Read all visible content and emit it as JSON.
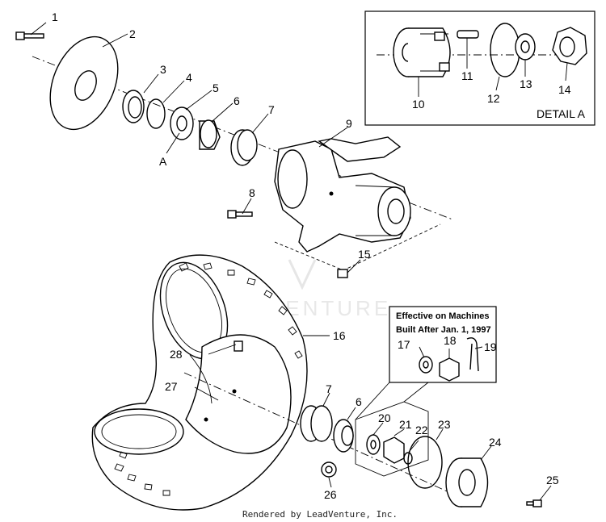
{
  "callouts": {
    "c1": "1",
    "c2": "2",
    "c3": "3",
    "c4": "4",
    "c5": "5",
    "c6": "6",
    "c7": "7",
    "c8": "8",
    "c9": "9",
    "c10": "10",
    "c11": "11",
    "c12": "12",
    "c13": "13",
    "c14": "14",
    "c15": "15",
    "c16": "16",
    "c17": "17",
    "c18": "18",
    "c19": "19",
    "c20": "20",
    "c21": "21",
    "c22": "22",
    "c23": "23",
    "c24": "24",
    "c25": "25",
    "c26": "26",
    "c27": "27",
    "c28": "28",
    "c6b": "6",
    "c7b": "7",
    "cA": "A"
  },
  "detail_box": {
    "title": "DETAIL A"
  },
  "note_box": {
    "line1": "Effective on Machines",
    "line2": "Built After Jan. 1, 1997"
  },
  "watermark": "LEADVENTURE",
  "footer": "Rendered by LeadVenture, Inc."
}
